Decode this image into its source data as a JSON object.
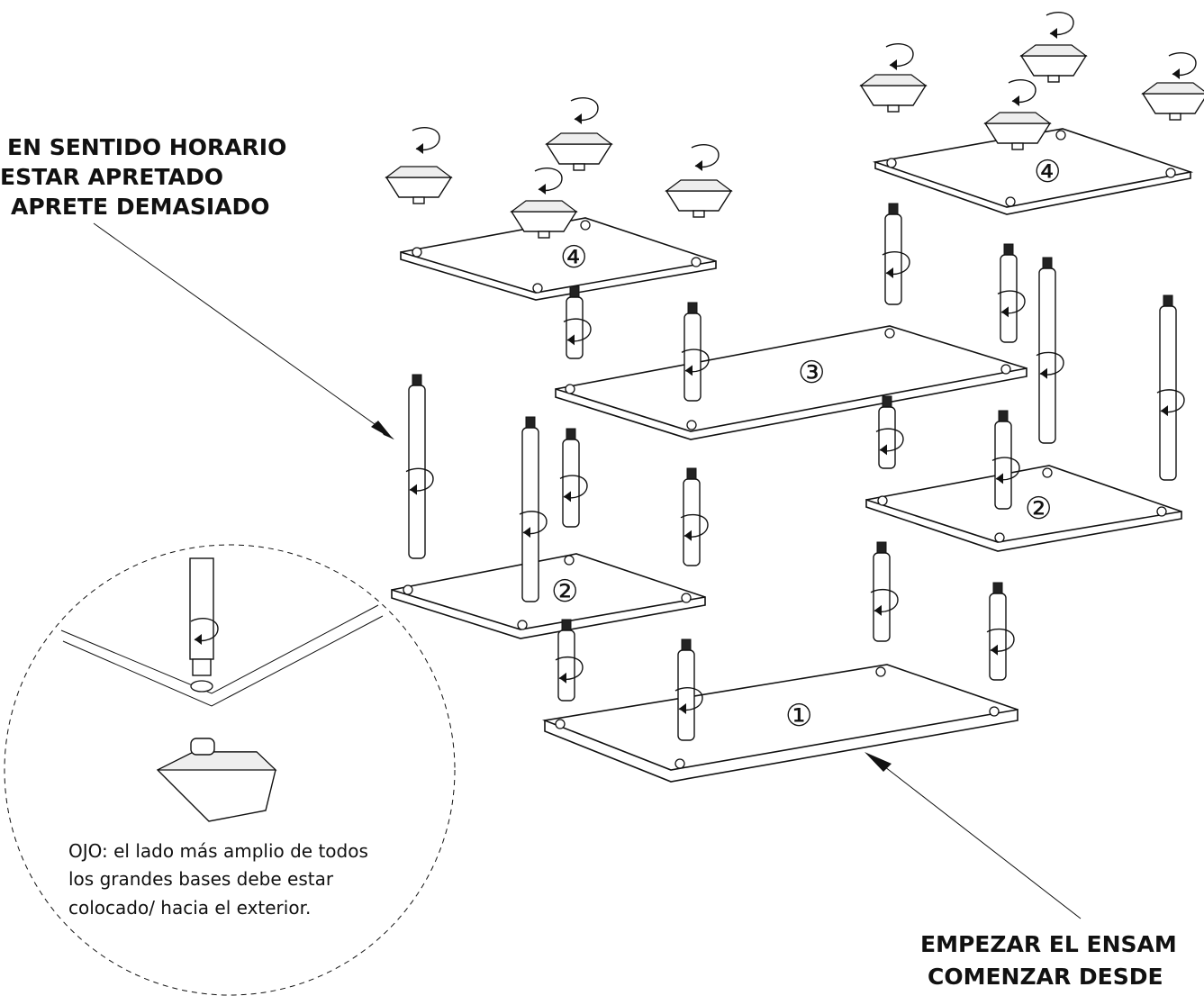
{
  "labels": {
    "instruction_top": [
      "EN SENTIDO HORARIO",
      "ESTAR APRETADO",
      "APRETE DEMASIADO"
    ],
    "instruction_bottom": [
      "EMPEZAR EL ENSAM",
      "COMENZAR DESDE"
    ],
    "note": [
      "OJO: el lado más amplio de todos",
      "los grandes bases debe estar",
      "colocado/ hacia el exterior."
    ]
  },
  "panels": [
    {
      "number": "①"
    },
    {
      "number": "②"
    },
    {
      "number": "②"
    },
    {
      "number": "③"
    },
    {
      "number": "④"
    },
    {
      "number": "④"
    }
  ]
}
